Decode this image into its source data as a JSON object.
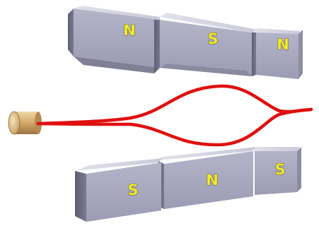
{
  "top_row": {
    "magnets": [
      {
        "pole": "N"
      },
      {
        "pole": "S"
      },
      {
        "pole": "N"
      }
    ]
  },
  "bottom_row": {
    "magnets": [
      {
        "pole": "S"
      },
      {
        "pole": "N"
      },
      {
        "pole": "S"
      }
    ]
  },
  "colors": {
    "magnet_front": "#a9a9c0",
    "magnet_top": "#d4d4e2",
    "magnet_side": "#6e6e84",
    "beam_path": "#e01010",
    "source": "#d8b27a",
    "pole_label": "#f2ec2a"
  }
}
